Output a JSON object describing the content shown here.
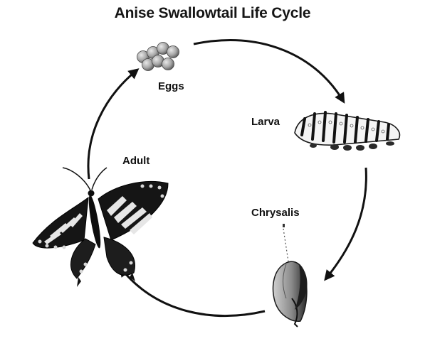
{
  "diagram": {
    "title": "Anise Swallowtail Life Cycle",
    "stages": {
      "eggs": "Eggs",
      "larva": "Larva",
      "chrysalis": "Chrysalis",
      "adult": "Adult"
    },
    "cycle_order": [
      "Eggs",
      "Larva",
      "Chrysalis",
      "Adult"
    ]
  },
  "colors": {
    "arrow": "#111111",
    "text": "#111111",
    "egg_fill": "#a9a9a9",
    "wing_dark": "#151515",
    "wing_light": "#e6e6e6"
  },
  "icons": [
    "eggs-icon",
    "caterpillar-icon",
    "chrysalis-icon",
    "butterfly-icon"
  ]
}
